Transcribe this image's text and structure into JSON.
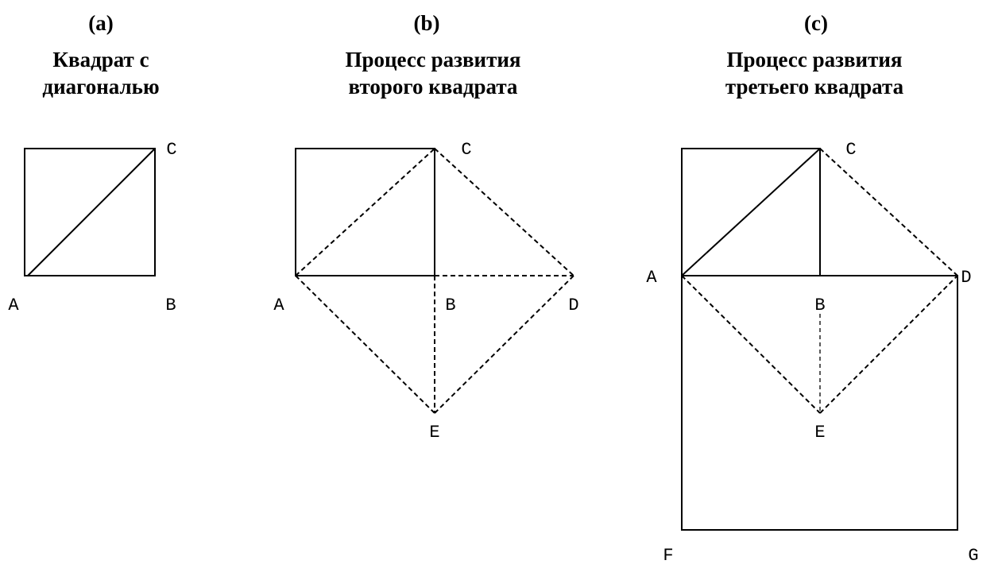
{
  "panels": [
    {
      "tag": "(a)",
      "title_lines": [
        "Квадрат с",
        "диагональю"
      ],
      "points": [
        "A",
        "B",
        "C"
      ]
    },
    {
      "tag": "(b)",
      "title_lines": [
        "Процесс развития",
        "второго квадрата"
      ],
      "points": [
        "A",
        "B",
        "C",
        "D",
        "E"
      ]
    },
    {
      "tag": "(c)",
      "title_lines": [
        "Процесс развития",
        "третьего квадрата"
      ],
      "points": [
        "A",
        "B",
        "C",
        "D",
        "E",
        "F",
        "G"
      ]
    }
  ]
}
